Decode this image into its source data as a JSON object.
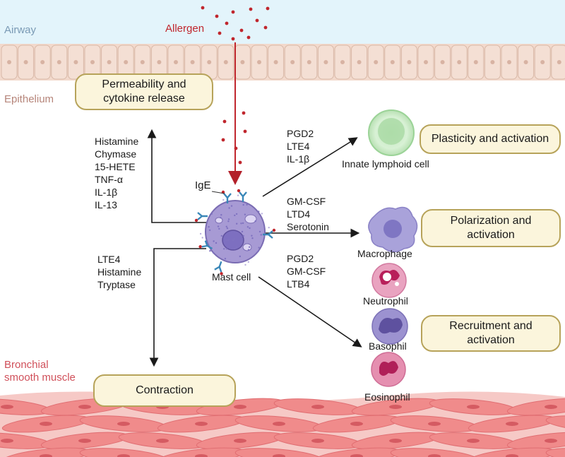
{
  "regions": {
    "airway": "Airway",
    "allergen": "Allergen",
    "epithelium": "Epithelium",
    "bronchial_smooth_muscle": "Bronchial\nsmooth muscle"
  },
  "outcomes": {
    "permeability": "Permeability and\ncytokine release",
    "plasticity": "Plasticity and activation",
    "polarization": "Polarization and\nactivation",
    "recruitment": "Recruitment and\nactivation",
    "contraction": "Contraction"
  },
  "mediators": {
    "to_epithelium": [
      "Histamine",
      "Chymase",
      "15-HETE",
      "TNF-α",
      "IL-1β",
      "IL-13"
    ],
    "to_muscle": [
      "LTE4",
      "Histamine",
      "Tryptase"
    ],
    "to_ilc": [
      "PGD2",
      "LTE4",
      "IL-1β"
    ],
    "to_macrophage": [
      "GM-CSF",
      "LTD4",
      "Serotonin"
    ],
    "to_granulocytes": [
      "PGD2",
      "GM-CSF",
      "LTB4"
    ]
  },
  "cells": {
    "ige": "IgE",
    "mast_cell": "Mast cell",
    "ilc": "Innate lymphoid cell",
    "macrophage": "Macrophage",
    "neutrophil": "Neutrophil",
    "basophil": "Basophil",
    "eosinophil": "Eosinophil"
  },
  "colors": {
    "airway_band": "#e3f4fb",
    "epithelium": "#f2d9cc",
    "allergen": "#c0262d",
    "muscle": "#f08b8b",
    "pill_fill": "#fbf5dc",
    "pill_border": "#b7a35a",
    "mast_cell": "#a79ad4",
    "ige_receptor": "#3a87b8",
    "ilc": "#c9ecc6",
    "macrophage": "#a9a2da",
    "granulocyte": "#e58fb0"
  }
}
